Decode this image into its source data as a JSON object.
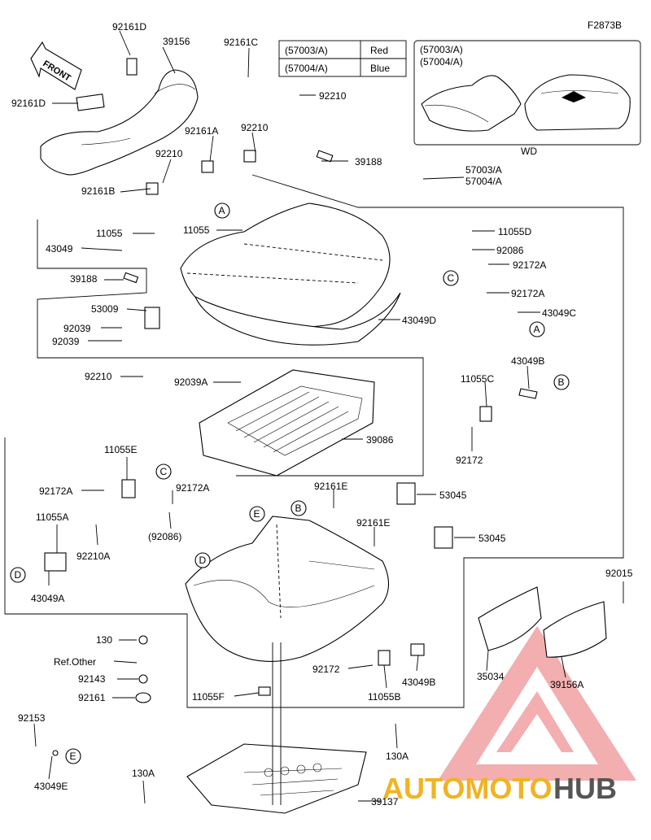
{
  "figure_code": "F2873B",
  "front_label": "FRONT",
  "color_table": [
    {
      "code": "(57003/A)",
      "color": "Red"
    },
    {
      "code": "(57004/A)",
      "color": "Blue"
    }
  ],
  "inset": {
    "codes": [
      "(57003/A)",
      "(57004/A)"
    ],
    "caption": "WD"
  },
  "callouts": [
    "A",
    "B",
    "C",
    "D",
    "E"
  ],
  "parts": [
    "92161D",
    "39156",
    "92161D",
    "92161C",
    "92210",
    "92161A",
    "92210",
    "92210",
    "92161B",
    "39188",
    "57003/A",
    "57004/A",
    "11055",
    "43049",
    "11055",
    "39188",
    "11055D",
    "92086",
    "92172A",
    "92172A",
    "43049C",
    "43049D",
    "53009",
    "92039",
    "92039",
    "92210",
    "92039A",
    "43049B",
    "11055C",
    "39086",
    "92172",
    "11055E",
    "92172A",
    "92172A",
    "(92086)",
    "11055A",
    "92210A",
    "43049A",
    "92161E",
    "53045",
    "92161E",
    "53045",
    "92015",
    "130",
    "Ref.Other",
    "92143",
    "92161",
    "92172",
    "43049B",
    "11055B",
    "35034",
    "39156A",
    "11055F",
    "92153",
    "130A",
    "43049E",
    "130A",
    "39137"
  ],
  "watermark": {
    "part1": "AUTOMOTO",
    "part2": "HUB"
  },
  "colors": {
    "line": "#000000",
    "watermark_red": "#e8262d",
    "watermark_gold": "#f0b323",
    "watermark_gray": "#555555"
  }
}
